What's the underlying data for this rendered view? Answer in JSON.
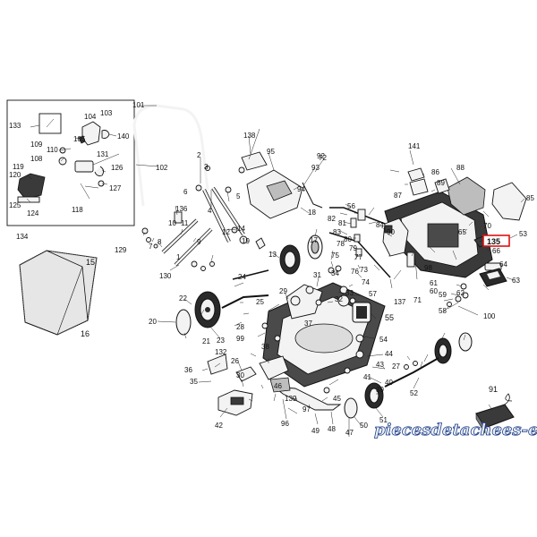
{
  "diagram": {
    "highlight_label": "135",
    "watermark": "piecesdetachees-elec.com",
    "labels": [
      "101",
      "102",
      "103",
      "104",
      "105",
      "108",
      "109",
      "110",
      "118",
      "119",
      "120",
      "124",
      "125",
      "126",
      "127",
      "131",
      "133",
      "134",
      "140",
      "1",
      "2",
      "3",
      "4",
      "5",
      "6",
      "7",
      "8",
      "9",
      "10",
      "11",
      "12",
      "13",
      "14",
      "15",
      "16",
      "17",
      "18",
      "19",
      "20",
      "21",
      "22",
      "23",
      "24",
      "25",
      "26",
      "27",
      "28",
      "29",
      "30",
      "31",
      "32",
      "33",
      "34",
      "35",
      "36",
      "37",
      "38",
      "39",
      "40",
      "41",
      "42",
      "43",
      "44",
      "45",
      "46",
      "47",
      "48",
      "49",
      "50",
      "51",
      "52",
      "53",
      "54",
      "55",
      "56",
      "57",
      "58",
      "59",
      "60",
      "61",
      "62",
      "63",
      "64",
      "65",
      "66",
      "70",
      "71",
      "72",
      "73",
      "74",
      "75",
      "76",
      "77",
      "78",
      "79",
      "80",
      "81",
      "82",
      "83",
      "84",
      "85",
      "86",
      "87",
      "88",
      "89",
      "90",
      "91",
      "92",
      "93",
      "94",
      "95",
      "96",
      "97",
      "98",
      "99",
      "100",
      "129",
      "130",
      "132",
      "136",
      "137",
      "138",
      "139",
      "141"
    ]
  }
}
